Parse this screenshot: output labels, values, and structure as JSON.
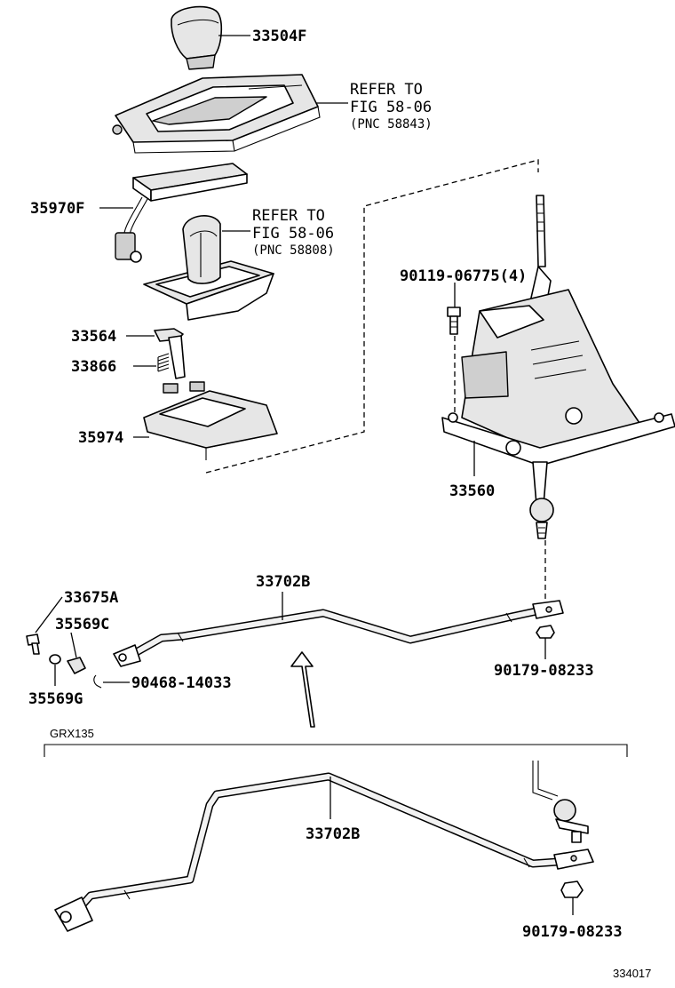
{
  "parts": {
    "shift_knob": "33504F",
    "refer_top_line1": "REFER TO",
    "refer_top_line2": "FIG 58-06",
    "refer_top_line3": "(PNC 58843)",
    "indicator_harness": "35970F",
    "refer_mid_line1": "REFER TO",
    "refer_mid_line2": "FIG 58-06",
    "refer_mid_line3": "(PNC 58808)",
    "lock_part": "33564",
    "spring": "33866",
    "position_plate": "35974",
    "bolt_lever": "90119-06775(4)",
    "shift_lever_assy": "33560",
    "cable_main": "33702B",
    "clip": "33675A",
    "bushing_c": "35569C",
    "bushing_g": "35569G",
    "pin": "90468-14033",
    "nut_upper": "90179-08233",
    "variant_label": "GRX135",
    "cable_variant": "33702B",
    "nut_lower": "90179-08233",
    "figure_number": "334017"
  }
}
